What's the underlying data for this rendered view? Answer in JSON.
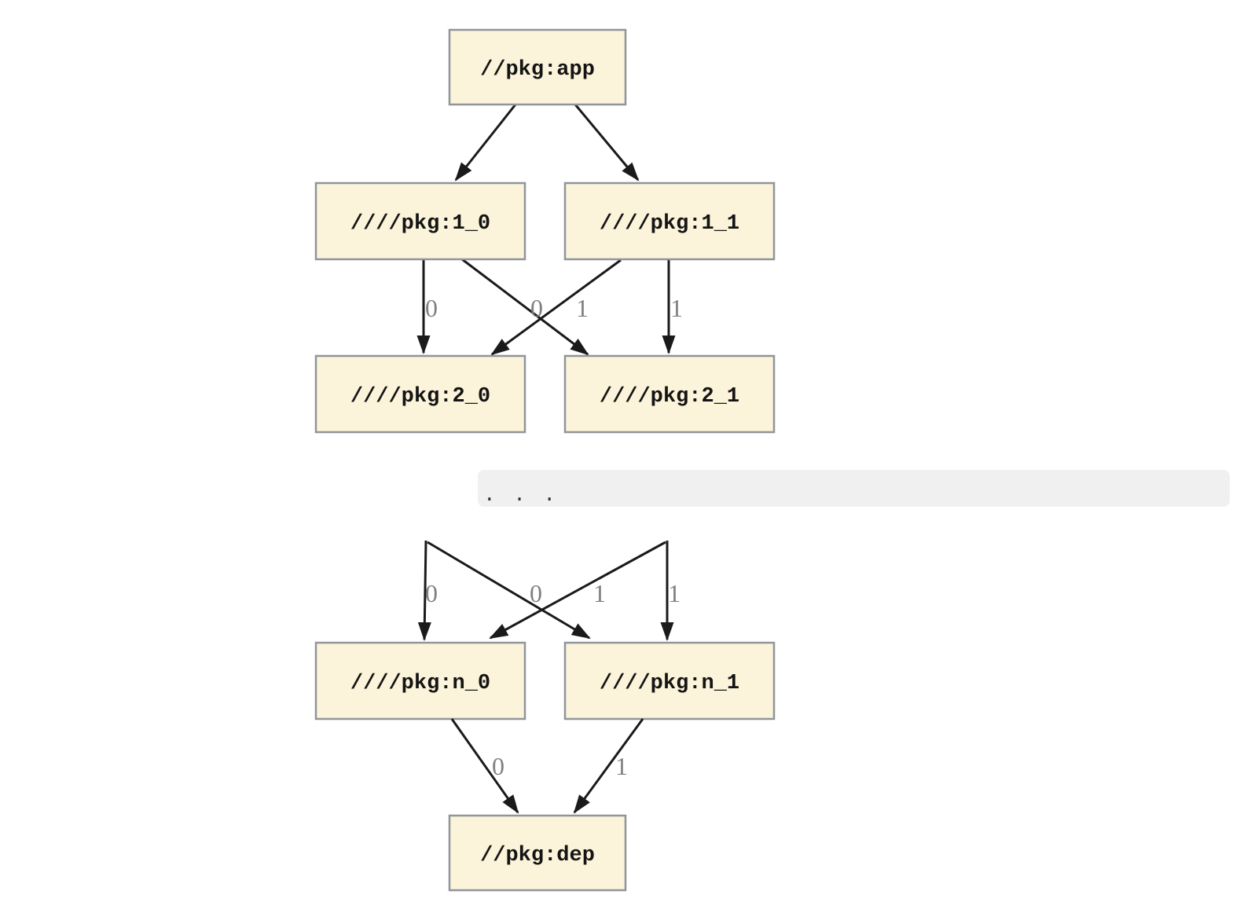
{
  "colors": {
    "page_bg": "#FFFFFF",
    "node_fill": "#FBF4DA",
    "node_stroke": "#8F959A",
    "edge_color": "#1A1A1A",
    "label_color": "#808080",
    "band_bg": "#F0F0F0",
    "dots_color": "#2F2F2F"
  },
  "diagram": {
    "nodes": {
      "app": "//pkg:app",
      "l1_0": "////pkg:1_0",
      "l1_1": "////pkg:1_1",
      "l2_0": "////pkg:2_0",
      "l2_1": "////pkg:2_1",
      "ln_0": "////pkg:n_0",
      "ln_1": "////pkg:n_1",
      "dep": "//pkg:dep"
    },
    "edge_labels": {
      "upper": [
        "0",
        "0",
        "1",
        "1"
      ],
      "middle": [
        "0",
        "0",
        "1",
        "1"
      ],
      "bottom": [
        "0",
        "1"
      ]
    },
    "separator_text": ". . ."
  }
}
